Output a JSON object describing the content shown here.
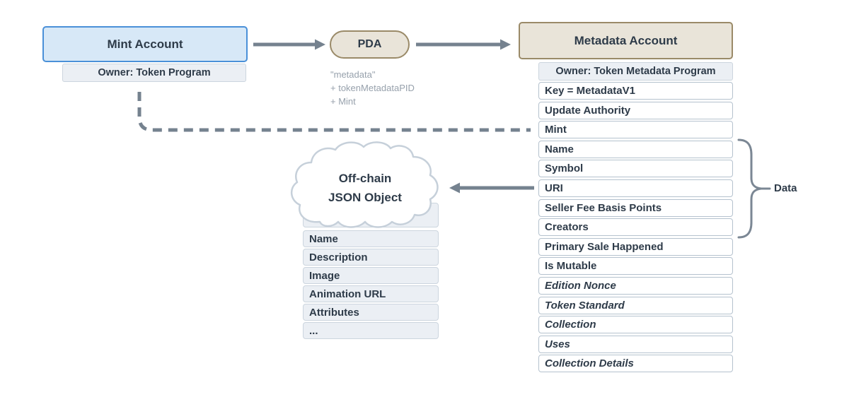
{
  "diagram": {
    "mint_account": {
      "title": "Mint Account",
      "owner": "Owner: Token Program"
    },
    "pda": {
      "label": "PDA",
      "seeds": [
        "\"metadata\"",
        "+ tokenMetadataPID",
        "+ Mint"
      ]
    },
    "metadata_account": {
      "title": "Metadata Account",
      "owner": "Owner: Token Metadata Program",
      "fields": [
        {
          "label": "Key = MetadataV1",
          "italic": false
        },
        {
          "label": "Update Authority",
          "italic": false
        },
        {
          "label": "Mint",
          "italic": false
        },
        {
          "label": "Name",
          "italic": false
        },
        {
          "label": "Symbol",
          "italic": false
        },
        {
          "label": "URI",
          "italic": false
        },
        {
          "label": "Seller Fee Basis Points",
          "italic": false
        },
        {
          "label": "Creators",
          "italic": false
        },
        {
          "label": "Primary Sale Happened",
          "italic": false
        },
        {
          "label": "Is Mutable",
          "italic": false
        },
        {
          "label": "Edition Nonce",
          "italic": true
        },
        {
          "label": "Token Standard",
          "italic": true
        },
        {
          "label": "Collection",
          "italic": true
        },
        {
          "label": "Uses",
          "italic": true
        },
        {
          "label": "Collection Details",
          "italic": true
        }
      ]
    },
    "data_brace_label": "Data",
    "offchain": {
      "title_line1": "Off-chain",
      "title_line2": "JSON Object",
      "fields": [
        "Name",
        "Description",
        "Image",
        "Animation URL",
        "Attributes",
        "..."
      ]
    }
  },
  "colors": {
    "mint_fill": "#d7e8f7",
    "mint_border": "#4a90d8",
    "tan_fill": "#e9e4d9",
    "tan_border": "#9a8a68",
    "muted_fill": "#ebeff4",
    "muted_border": "#ccd5de",
    "row_border": "#b5c2ce",
    "arrow": "#75828f",
    "brace": "#7b8794",
    "cloud_border": "#c6d0da",
    "text": "#2e3b49",
    "seed_text": "#97a1ac"
  }
}
